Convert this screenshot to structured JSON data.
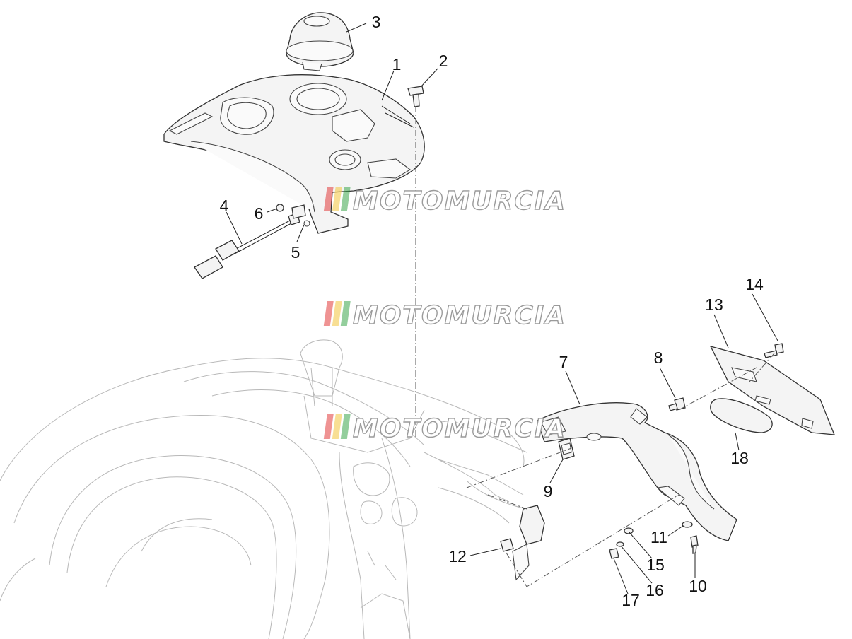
{
  "callouts": [
    "1",
    "2",
    "3",
    "4",
    "5",
    "6",
    "7",
    "8",
    "9",
    "10",
    "11",
    "12",
    "13",
    "14",
    "15",
    "16",
    "17",
    "18"
  ],
  "watermark": {
    "text": "MOTOMURCIA",
    "stripe_colors": [
      "#e23a3a",
      "#f2c53d",
      "#3aa64a"
    ]
  }
}
